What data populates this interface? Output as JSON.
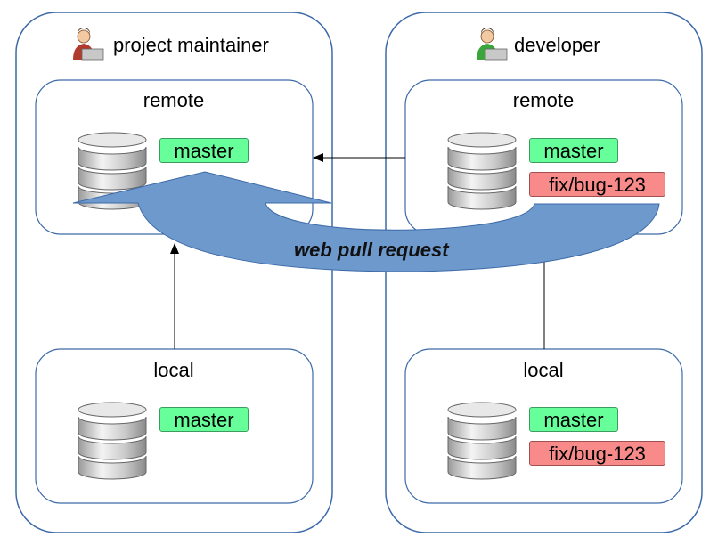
{
  "roles": {
    "maintainer": {
      "title": "project maintainer",
      "icon": "person-laptop-icon",
      "shirt_color": "#b03a2e",
      "remote": {
        "label": "remote",
        "branches": [
          "master"
        ]
      },
      "local": {
        "label": "local",
        "branches": [
          "master"
        ]
      }
    },
    "developer": {
      "title": "developer",
      "icon": "person-laptop-icon",
      "shirt_color": "#3aa53a",
      "remote": {
        "label": "remote",
        "branches": [
          "master",
          "fix/bug-123"
        ]
      },
      "local": {
        "label": "local",
        "branches": [
          "master",
          "fix/bug-123"
        ]
      }
    }
  },
  "pull_request_label": "web pull request",
  "colors": {
    "master_branch": "#66ff99",
    "feature_branch": "#f88a8a",
    "pull_request_arrow": "#6d99cc",
    "frame_border": "#3d6aa8"
  }
}
